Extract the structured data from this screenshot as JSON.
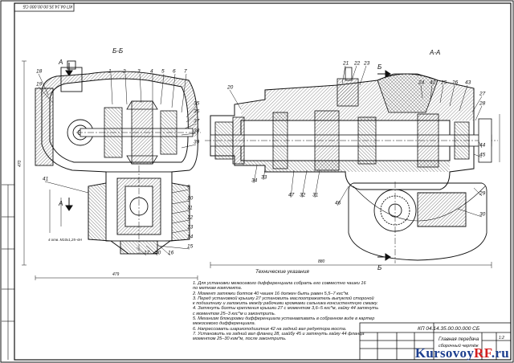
{
  "drawing": {
    "stamp_top": "КП 04.14.35.00.00.000 СБ",
    "section_bb": "Б-Б",
    "section_aa": "А-А",
    "cut_a": "А",
    "cut_b": "Б",
    "tech_header": "Технические указания",
    "notes": [
      "1. Для установки межосевого дифференциала собрать его совместно чашки 16",
      "по меткам комплекта.",
      "2. Момент затяжки болтов 40 чашек 16 должен быть равен 5,5–7 кгс*м.",
      "3. Перед установкой крышку 27 установить маслоотражатель выпуклой стороной",
      "к подшипнику и заложить между рабочими кромками сальника консистентную смазку.",
      "4. Затянуть болты крепления крышки 27 с моментом 3,6–5 кгс*м, гайку 44 затянуть",
      "с моментом 25–3 кгс*м и законтрить.",
      "5. Механизм блокировки дифференциала устанавливать в собранном виде в картер",
      "межосевого дифференциала.",
      "6. Напрессовать шарикоподшипник 42 на задний вал редуктора моста.",
      "7. Установить на задний вал фланец 28, шайбу 45 и затянуть гайку 44 фланца",
      "моментом 25–30 кгм*м, после законтрить."
    ],
    "title_block": {
      "code": "КП 04.14.35.00.00.000 СБ",
      "name": "Главная передача",
      "subtitle": "сборочный чертёж",
      "sheet": "1:2"
    },
    "dimensions": {
      "height_bb": "470",
      "width_bb": "479",
      "width_aa": "880",
      "side_note": "4 отв. M10x1,25–6H"
    },
    "callouts_bb": [
      "18",
      "19",
      "1",
      "2",
      "3",
      "4",
      "5",
      "6",
      "7",
      "35",
      "36",
      "37",
      "38",
      "39",
      "41",
      "9",
      "10",
      "11",
      "12",
      "13",
      "14",
      "15",
      "17",
      "40",
      "16"
    ],
    "callouts_aa": [
      "20",
      "21",
      "22",
      "23",
      "24",
      "42",
      "25",
      "26",
      "43",
      "27",
      "28",
      "44",
      "45",
      "46",
      "29",
      "30",
      "31",
      "32",
      "33",
      "34",
      "47"
    ],
    "watermark": {
      "brand": "Kursovoy",
      "accent": "RF",
      "tld": ".ru"
    }
  }
}
